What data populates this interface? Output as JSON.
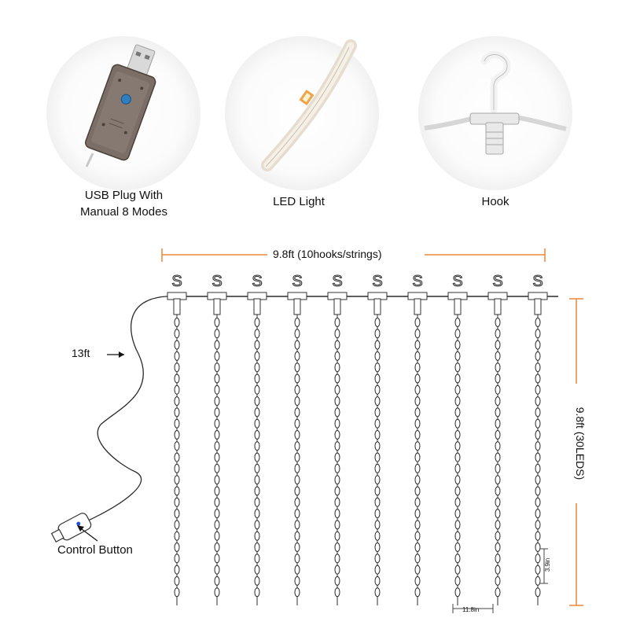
{
  "products": [
    {
      "label_line1": "USB Plug With",
      "label_line2": "Manual 8 Modes",
      "icon": "usb-plug-icon"
    },
    {
      "label": "LED Light",
      "icon": "led-light-icon"
    },
    {
      "label": "Hook",
      "icon": "hook-icon"
    }
  ],
  "diagram": {
    "width_label": "9.8ft (10hooks/strings)",
    "height_label": "9.8ft (30LEDS)",
    "cable_label": "13ft",
    "button_label": "Control Button",
    "led_spacing_label": "3.9in",
    "string_spacing_label": "11.8in",
    "hook_letter": "S",
    "hook_count": 10
  },
  "colors": {
    "dimension_line": "#e9883a",
    "wire": "#2b2b2b",
    "button_dot": "#1e4fd8"
  }
}
